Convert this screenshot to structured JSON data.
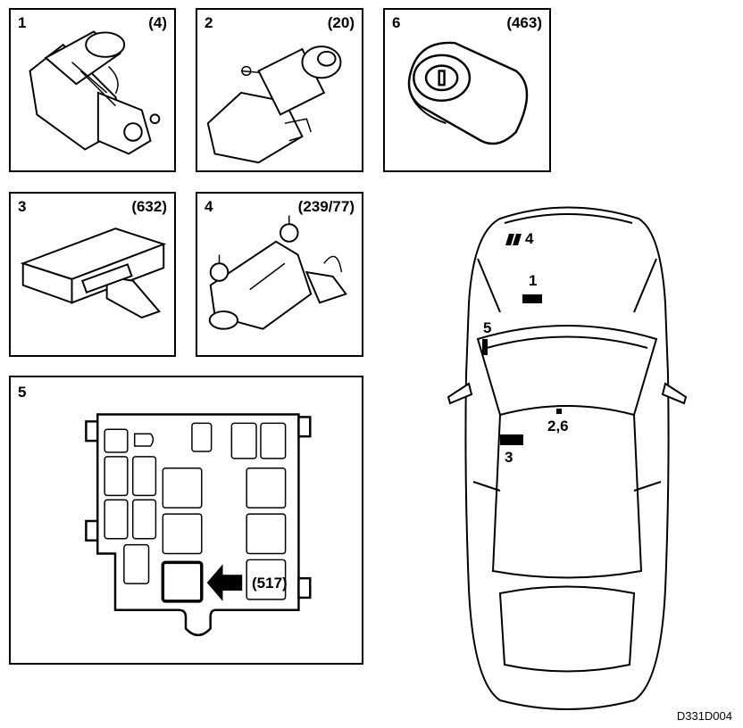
{
  "panels": [
    {
      "num": "1",
      "ref": "(4)"
    },
    {
      "num": "2",
      "ref": "(20)"
    },
    {
      "num": "6",
      "ref": "(463)"
    },
    {
      "num": "3",
      "ref": "(632)"
    },
    {
      "num": "4",
      "ref": "(239/77)"
    },
    {
      "num": "5",
      "ref": "(517)"
    }
  ],
  "car_labels": {
    "l4": "4",
    "l1": "1",
    "l5": "5",
    "l26": "2,6",
    "l3": "3"
  },
  "figure_code": "D331D004"
}
